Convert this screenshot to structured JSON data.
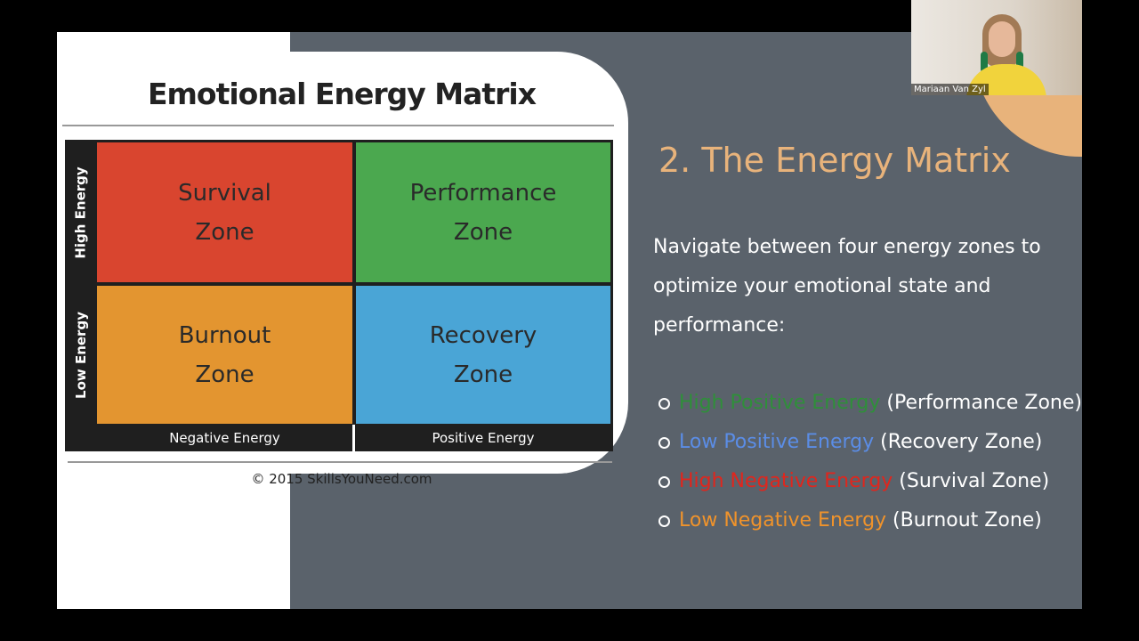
{
  "matrix": {
    "title": "Emotional Energy Matrix",
    "zones": {
      "survival": [
        "Survival",
        "Zone"
      ],
      "performance": [
        "Performance",
        "Zone"
      ],
      "burnout": [
        "Burnout",
        "Zone"
      ],
      "recovery": [
        "Recovery",
        "Zone"
      ]
    },
    "y_labels": {
      "high": "High Energy",
      "low": "Low Energy"
    },
    "x_labels": {
      "negative": "Negative Energy",
      "positive": "Positive Energy"
    },
    "copyright": "© 2015 SkillsYouNeed.com",
    "colors": {
      "survival": "#d9452f",
      "performance": "#4ba84f",
      "burnout": "#e39530",
      "recovery": "#4aa5d6"
    }
  },
  "content": {
    "heading": "2. The Energy Matrix",
    "intro": "Navigate between four energy zones to optimize your emotional state and performance:",
    "bullets": [
      {
        "colored": "High Positive Energy",
        "rest": " (Performance Zone)",
        "color": "#2f8f3a"
      },
      {
        "colored": "Low Positive Energy",
        "rest": " (Recovery Zone)",
        "color": "#5b8de6"
      },
      {
        "colored": "High Negative Energy",
        "rest": " (Survival Zone)",
        "color": "#e0261d"
      },
      {
        "colored": "Low Negative Energy",
        "rest": " (Burnout Zone)",
        "color": "#f0932b"
      }
    ]
  },
  "webcam": {
    "participant_name": "Mariaan Van Zyl"
  },
  "theme": {
    "slide_bg": "#5a626b",
    "heading_color": "#e8b37b",
    "accent": "#e8b37b"
  }
}
